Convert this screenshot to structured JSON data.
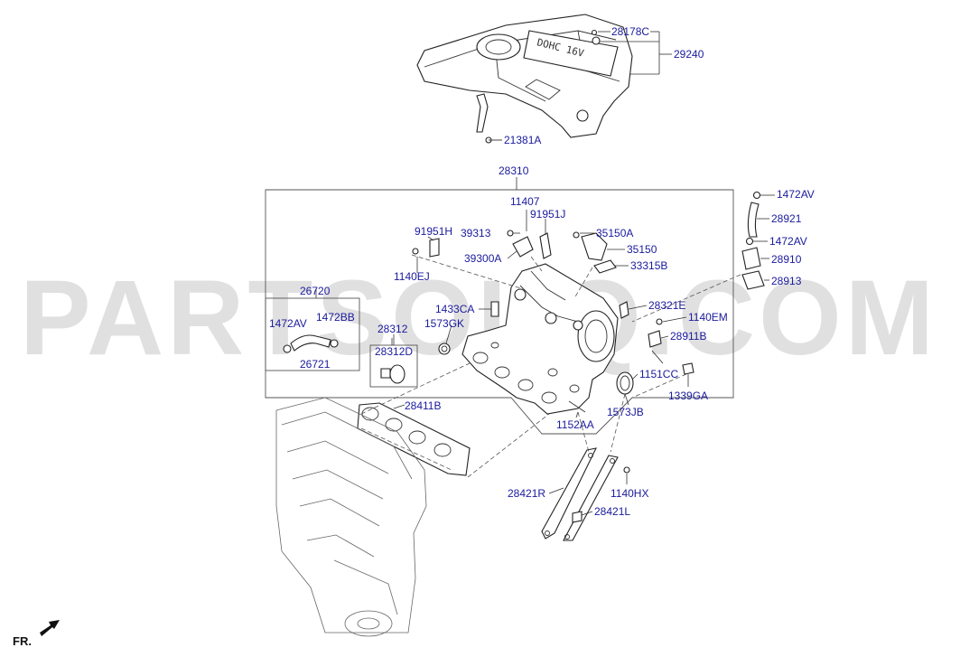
{
  "watermark": "PARTSOUQ.COM",
  "direction_label": "FR.",
  "cover_emblem_text": "DOHC 16V",
  "parts": [
    {
      "id": "lbl-28178C",
      "code": "28178C"
    },
    {
      "id": "lbl-29240",
      "code": "29240"
    },
    {
      "id": "lbl-21381A",
      "code": "21381A"
    },
    {
      "id": "lbl-28310",
      "code": "28310"
    },
    {
      "id": "lbl-11407",
      "code": "11407"
    },
    {
      "id": "lbl-91951J",
      "code": "91951J"
    },
    {
      "id": "lbl-39313",
      "code": "39313"
    },
    {
      "id": "lbl-91951H",
      "code": "91951H"
    },
    {
      "id": "lbl-35150A",
      "code": "35150A"
    },
    {
      "id": "lbl-35150",
      "code": "35150"
    },
    {
      "id": "lbl-39300A",
      "code": "39300A"
    },
    {
      "id": "lbl-33315B",
      "code": "33315B"
    },
    {
      "id": "lbl-1140EJ",
      "code": "1140EJ"
    },
    {
      "id": "lbl-26720",
      "code": "26720"
    },
    {
      "id": "lbl-1472AV-a",
      "code": "1472AV"
    },
    {
      "id": "lbl-1472BB",
      "code": "1472BB"
    },
    {
      "id": "lbl-26721",
      "code": "26721"
    },
    {
      "id": "lbl-1433CA",
      "code": "1433CA"
    },
    {
      "id": "lbl-1573GK",
      "code": "1573GK"
    },
    {
      "id": "lbl-28312",
      "code": "28312"
    },
    {
      "id": "lbl-28312D",
      "code": "28312D"
    },
    {
      "id": "lbl-28321E",
      "code": "28321E"
    },
    {
      "id": "lbl-1140EM",
      "code": "1140EM"
    },
    {
      "id": "lbl-28911B",
      "code": "28911B"
    },
    {
      "id": "lbl-1151CC",
      "code": "1151CC"
    },
    {
      "id": "lbl-1339GA",
      "code": "1339GA"
    },
    {
      "id": "lbl-1573JB",
      "code": "1573JB"
    },
    {
      "id": "lbl-1152AA",
      "code": "1152AA"
    },
    {
      "id": "lbl-28411B",
      "code": "28411B"
    },
    {
      "id": "lbl-1472AV-b",
      "code": "1472AV"
    },
    {
      "id": "lbl-28921",
      "code": "28921"
    },
    {
      "id": "lbl-1472AV-c",
      "code": "1472AV"
    },
    {
      "id": "lbl-28910",
      "code": "28910"
    },
    {
      "id": "lbl-28913",
      "code": "28913"
    },
    {
      "id": "lbl-28421R",
      "code": "28421R"
    },
    {
      "id": "lbl-1140HX",
      "code": "1140HX"
    },
    {
      "id": "lbl-28421L",
      "code": "28421L"
    }
  ]
}
